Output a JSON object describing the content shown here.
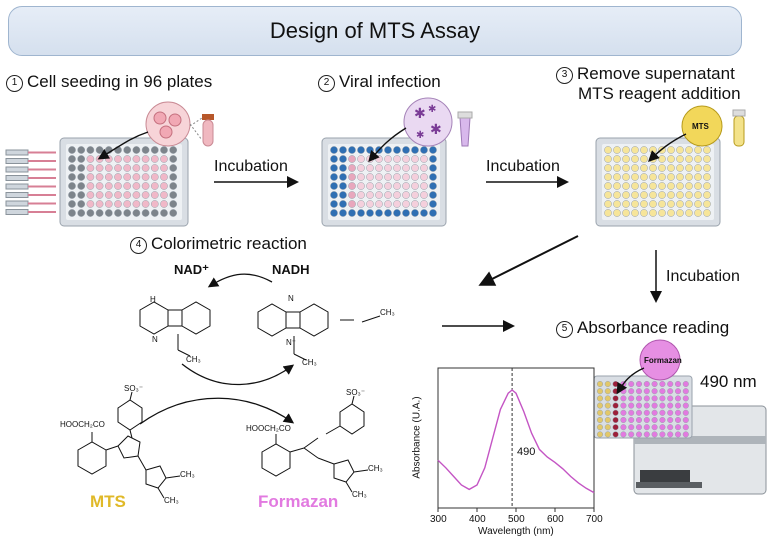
{
  "title": "Design of MTS Assay",
  "steps": [
    {
      "num": "1",
      "label": "Cell seeding in 96 plates"
    },
    {
      "num": "2",
      "label": "Viral infection"
    },
    {
      "num": "3",
      "label": "Remove supernatant",
      "label2": "MTS reagent addition"
    },
    {
      "num": "4",
      "label": "Colorimetric reaction"
    },
    {
      "num": "5",
      "label": "Absorbance reading"
    }
  ],
  "incubation_labels": [
    "Incubation",
    "Incubation",
    "Incubation"
  ],
  "reaction": {
    "nad": "NAD⁺",
    "nadh": "NADH",
    "mts_label": "MTS",
    "formazan_label": "Formazan",
    "so3": "SO₃⁻",
    "cooh": "HOOCH₂CO",
    "cooh_formazan": "HOOCH₂CO",
    "ch3": "CH₃",
    "n_plus": "N⁺",
    "h": "H",
    "n": "N"
  },
  "reagent_bubble_mts": "MTS",
  "reader_bubble": "Formazan",
  "wavelength_label": "490 nm",
  "colors": {
    "mts": "#e6c22a",
    "formazan": "#e27ae0",
    "plate_pink": "#f0b8c8",
    "plate_blue": "#2f6fb3",
    "plate_yellow": "#f6e59a",
    "spectrum_line": "#c455c4"
  },
  "chart_data": {
    "type": "line",
    "xlabel": "Wavelength (nm)",
    "ylabel": "Absorbance (U.A.)",
    "xlim": [
      300,
      700
    ],
    "xticks": [
      300,
      400,
      500,
      600,
      700
    ],
    "marker_x": 490,
    "marker_label": "490",
    "series": [
      {
        "x": [
          300,
          320,
          340,
          360,
          380,
          400,
          420,
          440,
          460,
          480,
          490,
          500,
          520,
          540,
          560,
          580,
          600,
          620,
          640,
          660,
          680,
          700
        ],
        "y": [
          0.35,
          0.28,
          0.2,
          0.12,
          0.08,
          0.12,
          0.28,
          0.55,
          0.82,
          0.97,
          1.0,
          0.97,
          0.8,
          0.6,
          0.45,
          0.38,
          0.33,
          0.27,
          0.2,
          0.14,
          0.09,
          0.05
        ]
      }
    ]
  }
}
